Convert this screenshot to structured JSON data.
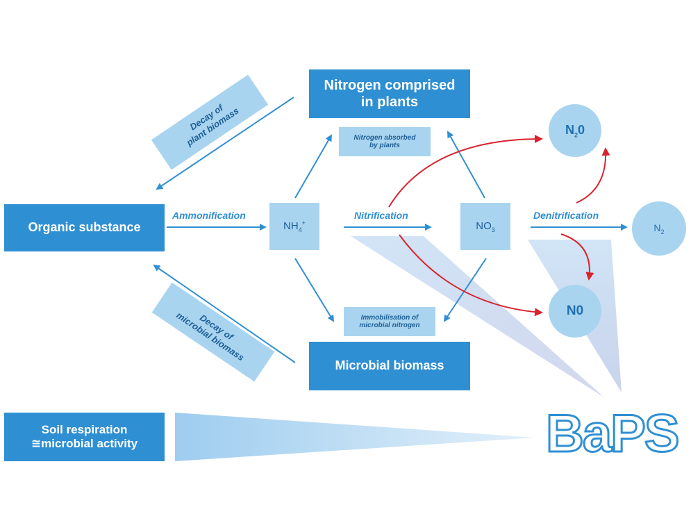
{
  "nodes": {
    "nitrogen_plants": "Nitrogen comprised in plants",
    "organic_substance": "Organic substance",
    "nh4": "NH",
    "nh4_sub": "4",
    "nh4_sup": "+",
    "no3": "NO",
    "no3_sub": "3",
    "n2o_pre": "N",
    "n2o_sub": "2",
    "n2o_post": "0",
    "n2": "N",
    "n2_sub": "2",
    "no": "N0",
    "microbial_biomass": "Microbial biomass",
    "soil_respiration_line1": "Soil respiration",
    "soil_respiration_line2": "≅microbial activity"
  },
  "edges": {
    "ammonification": "Ammonification",
    "nitrification": "Nitrification",
    "denitrification": "Denitrification",
    "decay_plant_line1": "Decay of",
    "decay_plant_line2": "plant biomass",
    "decay_microbial_line1": "Decay of",
    "decay_microbial_line2": "microbial biomass",
    "absorbed_line1": "Nitrogen absorbed",
    "absorbed_line2": "by plants",
    "immobilisation_line1": "Immobilisation of",
    "immobilisation_line2": "microbial nitrogen"
  },
  "logo": "BaPS",
  "colors": {
    "box_blue": "#2f8fd3",
    "light_blue": "#a9d4f0",
    "red_arrow": "#d9232d",
    "text_dark_blue": "#1f5f95"
  }
}
